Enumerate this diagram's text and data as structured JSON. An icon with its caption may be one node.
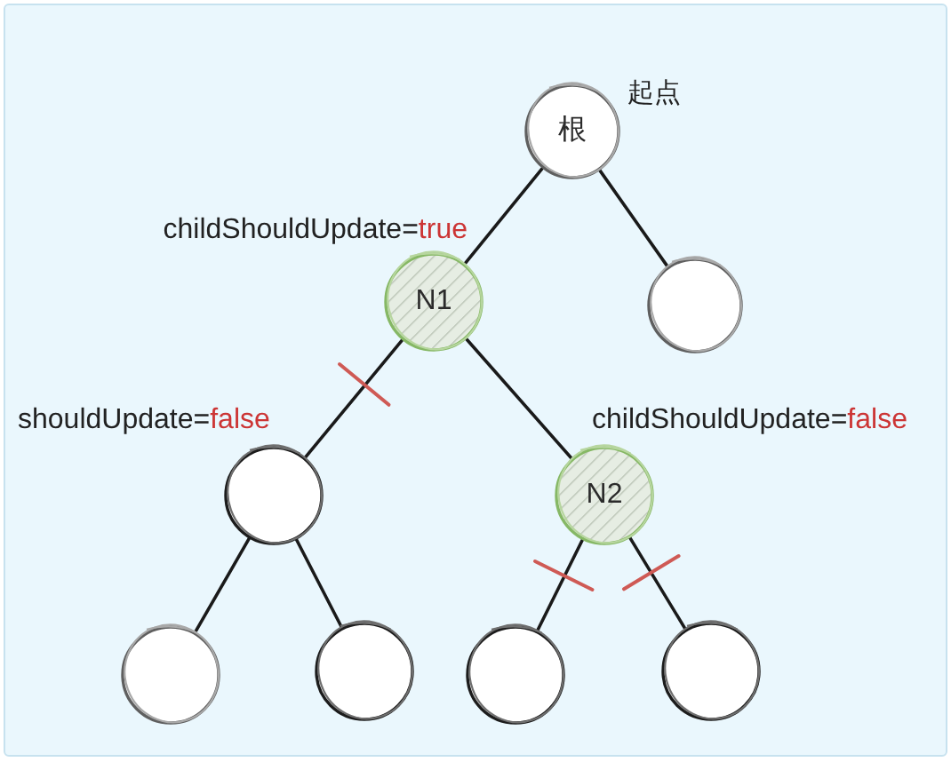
{
  "diagram": {
    "nodes": [
      {
        "text": [
          "根"
        ],
        "beside": [
          "起点"
        ]
      },
      {
        "text": [
          "N1"
        ],
        "beside": [
          "childShouldUpdate=true"
        ]
      },
      {
        "text": [],
        "shape": "circle"
      },
      {
        "text": [],
        "shape": "circle",
        "beside": [
          "shouldUpdate=false"
        ]
      },
      {
        "text": [
          "N2"
        ],
        "beside": [
          "childShouldUpdate=false"
        ]
      },
      {
        "text": [],
        "shape": "circle"
      },
      {
        "text": [],
        "shape": "circle"
      },
      {
        "text": [],
        "shape": "circle"
      },
      {
        "text": [],
        "shape": "circle"
      }
    ],
    "edges": [
      {
        "from": 0,
        "to": 1,
        "arrow": "none"
      },
      {
        "from": 0,
        "to": 2,
        "arrow": "none"
      },
      {
        "from": 1,
        "to": 3,
        "arrow": "none"
      },
      {
        "from": 1,
        "to": 4,
        "arrow": "none"
      },
      {
        "from": 3,
        "to": 5,
        "arrow": "none"
      },
      {
        "from": 3,
        "to": 6,
        "arrow": "none"
      },
      {
        "from": 4,
        "to": 7,
        "arrow": "none"
      },
      {
        "from": 4,
        "to": 8,
        "arrow": "none"
      }
    ]
  }
}
